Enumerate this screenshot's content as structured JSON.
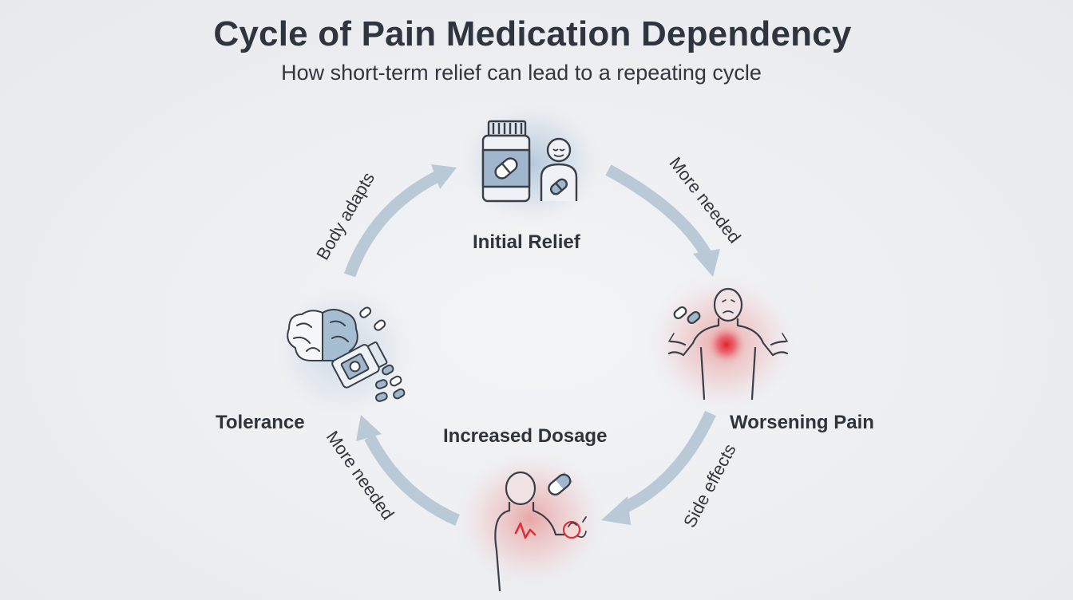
{
  "title": "Cycle of Pain Medication Dependency",
  "subtitle": "How short-term relief can lead to a repeating cycle",
  "nodes": {
    "initial_relief": {
      "label": "Initial Relief",
      "icon": "pill-bottle-and-person-icon"
    },
    "worsening_pain": {
      "label": "Worsening Pain",
      "icon": "person-in-pain-icon"
    },
    "increased_dosage": {
      "label": "Increased Dosage",
      "icon": "person-with-heart-pain-icon"
    },
    "tolerance": {
      "label": "Tolerance",
      "icon": "brain-and-pills-icon"
    }
  },
  "arrows": {
    "relief_to_pain": "More needed",
    "pain_to_dosage": "Side effects",
    "dosage_to_tolerance": "More needed",
    "tolerance_to_relief": "Body adapts"
  },
  "colors": {
    "arrow": "#b9c9d6",
    "icon_stroke": "#3a3f47",
    "pill_blue": "#9fb6cc",
    "glow_blue": "#b7cbdc",
    "glow_red": "#e8a3a3",
    "pain_red": "#d9323a"
  }
}
